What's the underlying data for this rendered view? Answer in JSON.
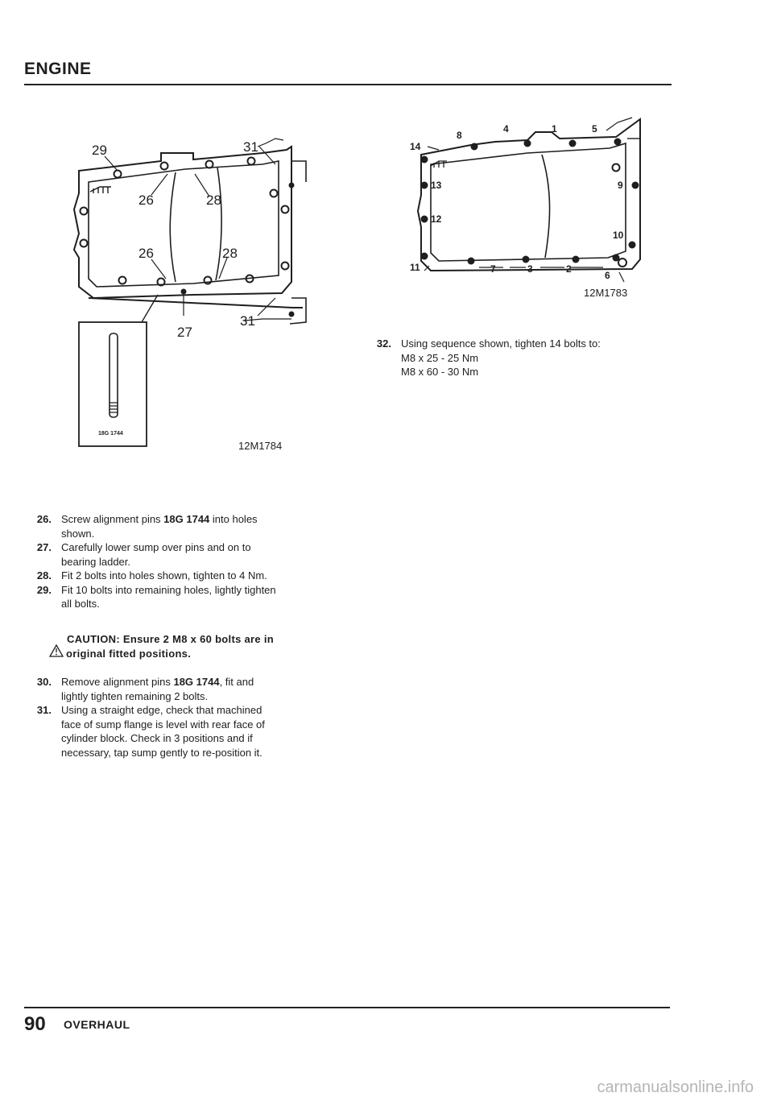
{
  "header": {
    "title": "ENGINE"
  },
  "figure_left": {
    "callouts": [
      "29",
      "31",
      "26",
      "28",
      "26",
      "28",
      "27",
      "31"
    ],
    "tool_label": "18G 1744",
    "ref": "12M1784"
  },
  "figure_right": {
    "callouts": [
      "14",
      "8",
      "4",
      "1",
      "5",
      "13",
      "9",
      "12",
      "10",
      "11",
      "7",
      "3",
      "2",
      "6"
    ],
    "ref": "12M1783"
  },
  "steps_left": [
    {
      "num": "26.",
      "lines": [
        [
          {
            "t": "Screw alignment pins "
          },
          {
            "t": "18G 1744",
            "b": true
          },
          {
            "t": " into holes"
          }
        ],
        [
          {
            "t": "shown."
          }
        ]
      ]
    },
    {
      "num": "27.",
      "lines": [
        [
          {
            "t": "Carefully lower sump over pins and on to"
          }
        ],
        [
          {
            "t": "bearing ladder."
          }
        ]
      ]
    },
    {
      "num": "28.",
      "lines": [
        [
          {
            "t": "Fit 2 bolts into holes shown, tighten to 4 Nm."
          }
        ]
      ]
    },
    {
      "num": "29.",
      "lines": [
        [
          {
            "t": "Fit 10 bolts into remaining holes, lightly tighten"
          }
        ],
        [
          {
            "t": "all bolts."
          }
        ]
      ]
    }
  ],
  "caution": {
    "line1": "CAUTION: Ensure 2 M8 x 60 bolts are in",
    "line2": "original fitted positions."
  },
  "steps_left_2": [
    {
      "num": "30.",
      "lines": [
        [
          {
            "t": "Remove alignment pins "
          },
          {
            "t": "18G 1744",
            "b": true
          },
          {
            "t": ", fit and"
          }
        ],
        [
          {
            "t": "lightly tighten remaining 2 bolts."
          }
        ]
      ]
    },
    {
      "num": "31.",
      "lines": [
        [
          {
            "t": "Using a straight edge, check that machined"
          }
        ],
        [
          {
            "t": "face of sump flange is level with rear face of"
          }
        ],
        [
          {
            "t": "cylinder block. Check in 3 positions and if"
          }
        ],
        [
          {
            "t": "necessary, tap sump gently to re-position it."
          }
        ]
      ]
    }
  ],
  "steps_right": [
    {
      "num": "32.",
      "lines": [
        [
          {
            "t": "Using sequence shown, tighten 14 bolts to:"
          }
        ],
        [
          {
            "t": "M8 x 25 - 25 Nm"
          }
        ],
        [
          {
            "t": "M8 x 60 - 30 Nm"
          }
        ]
      ]
    }
  ],
  "footer": {
    "page_number": "90",
    "section": "OVERHAUL"
  },
  "watermark": "carmanualsonline.info"
}
